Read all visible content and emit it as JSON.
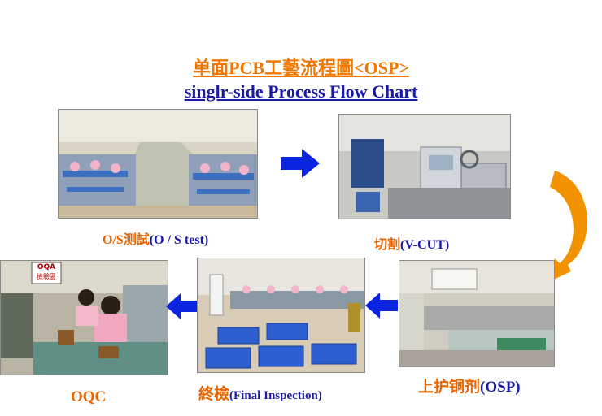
{
  "title": {
    "chinese": "单面PCB工藝流程圖<OSP>",
    "english": "singlr-side Process Flow Chart"
  },
  "steps": [
    {
      "id": "os-test",
      "cn": "O/S测試",
      "en": "(O / S test)"
    },
    {
      "id": "v-cut",
      "cn": "切割",
      "en": "(V-CUT)"
    },
    {
      "id": "osp",
      "cn": "上护铜剂",
      "en": "(OSP)"
    },
    {
      "id": "final",
      "cn": "終檢",
      "en": "(Final Inspection)"
    },
    {
      "id": "oqc",
      "label": "OQC"
    }
  ],
  "photo_signs": {
    "oqa_sign_top": "OQA",
    "oqa_sign_bottom": "檢驗區"
  },
  "colors": {
    "title_cn": "#f07800",
    "title_en": "#1a1aa8",
    "arrow_blue": "#0a24e0",
    "curve_arrow": "#f29200"
  }
}
